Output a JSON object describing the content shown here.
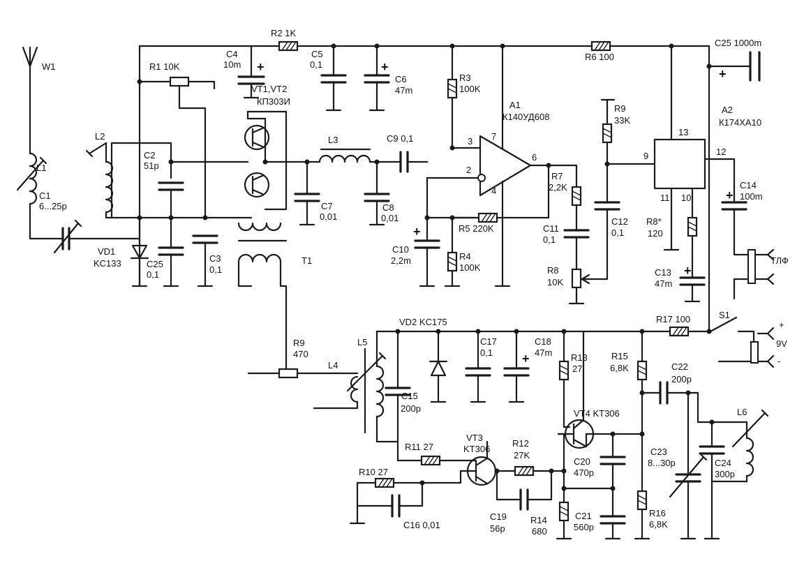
{
  "labels": {
    "W1": "W1",
    "L1": "L1",
    "C1": "C1",
    "C1v": "6...25p",
    "L2": "L2",
    "R1": "R1 10K",
    "C2": "C2",
    "C2v": "51p",
    "VD1": "VD1",
    "VD1v": "KC133",
    "C25a": "C25",
    "C25av": "0,1",
    "C3": "C3",
    "C3v": "0,1",
    "R2": "R2 1K",
    "C4": "C4",
    "C4v": "10m",
    "VT12": "VT1,VT2",
    "VT12v": "КП303И",
    "C5": "C5",
    "C5v": "0,1",
    "C6": "C6",
    "C6v": "47m",
    "T1": "T1",
    "L3": "L3",
    "C7": "C7",
    "C7v": "0,01",
    "C8": "C8",
    "C8v": "0,01",
    "C9": "C9 0,1",
    "R3": "R3",
    "R3v": "100K",
    "A1": "A1",
    "A1v": "К140УД608",
    "pin3": "3",
    "pin7": "7",
    "pin2": "2",
    "pin4": "4",
    "pin6": "6",
    "R5": "R5 220K",
    "C10": "C10",
    "C10v": "2,2m",
    "R4": "R4",
    "R4v": "100K",
    "R7": "R7",
    "R7v": "2,2K",
    "C11": "C11",
    "C11v": "0,1",
    "R8": "R8",
    "R8v": "10K",
    "R6": "R6 100",
    "R9a": "R9",
    "R9av": "33K",
    "C12": "C12",
    "C12v": "0,1",
    "A2": "A2",
    "A2v": "К174ХА10",
    "pin13": "13",
    "pin9": "9",
    "pin12": "12",
    "pin11": "11",
    "pin10": "10",
    "R8s": "R8*",
    "R8sv": "120",
    "C13": "C13",
    "C13v": "47m",
    "C14": "C14",
    "C14v": "100m",
    "TLF": "ТЛФ",
    "C25b": "C25 1000m",
    "S1": "S1",
    "bat_plus": "+",
    "bat_v": "9V",
    "bat_minus": "-",
    "R17": "R17 100",
    "VD2": "VD2 KC175",
    "C17": "C17",
    "C17v": "0,1",
    "C18": "C18",
    "C18v": "47m",
    "R9b": "R9",
    "R9bv": "470",
    "L4": "L4",
    "L5": "L5",
    "C15": "C15",
    "C15v": "200p",
    "R13": "R13",
    "R13v": "27",
    "R15": "R15",
    "R15v": "6,8K",
    "C22": "C22",
    "C22v": "200p",
    "L6": "L6",
    "VT4": "VT4 KT306",
    "R11": "R11 27",
    "VT3": "VT3",
    "VT3v": "KT306",
    "R12": "R12",
    "R12v": "27K",
    "R10": "R10 27",
    "C16": "C16 0,01",
    "C19": "C19",
    "C19v": "56p",
    "R14": "R14",
    "R14v": "680",
    "C20": "C20",
    "C20v": "470p",
    "C21": "C21",
    "C21v": "560p",
    "C23": "C23",
    "C23v": "8...30p",
    "C24": "C24",
    "C24v": "300p",
    "R16": "R16",
    "R16v": "6,8K",
    "plus": "+"
  }
}
